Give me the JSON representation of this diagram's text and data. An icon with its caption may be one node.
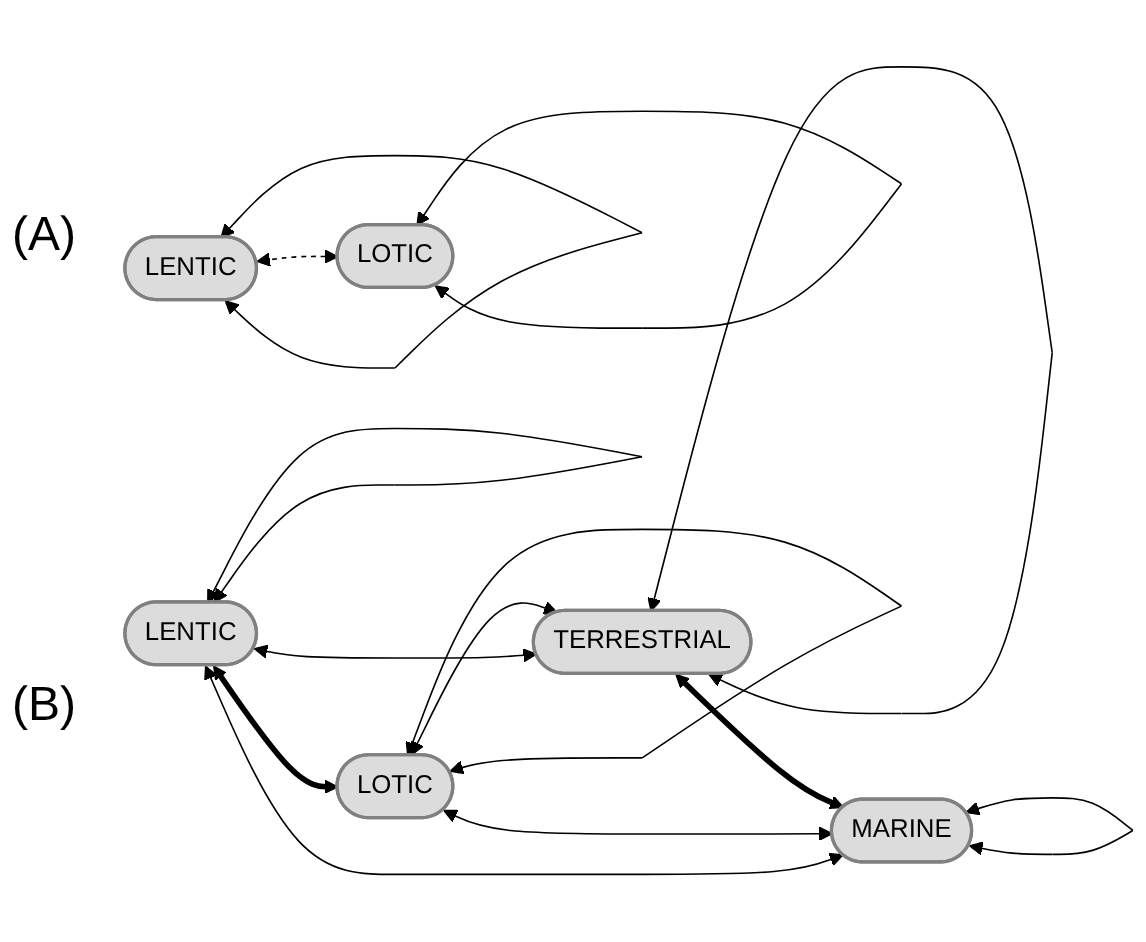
{
  "diagram": {
    "nodes": [
      {
        "text": [
          "LENTIC"
        ]
      },
      {
        "text": [
          "LOTIC"
        ]
      },
      {
        "text": [
          "LENTIC"
        ]
      },
      {
        "text": [
          "LOTIC"
        ]
      },
      {
        "text": [
          "TERRESTRIAL"
        ]
      },
      {
        "text": [
          "MARINE"
        ]
      }
    ],
    "edges": [
      {
        "from": 0,
        "to": 0,
        "arrow": "both"
      },
      {
        "from": 0,
        "to": 1,
        "arrow": "both",
        "style": "dashed"
      },
      {
        "from": 1,
        "to": 1,
        "arrow": "both"
      },
      {
        "from": 2,
        "to": 2,
        "arrow": "both"
      },
      {
        "from": 2,
        "to": 3,
        "arrow": "both",
        "style": "thick"
      },
      {
        "from": 3,
        "to": 3,
        "arrow": "both"
      },
      {
        "from": 2,
        "to": 4,
        "arrow": "both"
      },
      {
        "from": 2,
        "to": 5,
        "arrow": "both"
      },
      {
        "from": 3,
        "to": 4,
        "arrow": "both"
      },
      {
        "from": 3,
        "to": 5,
        "arrow": "both"
      },
      {
        "from": 4,
        "to": 4,
        "arrow": "both"
      },
      {
        "from": 4,
        "to": 5,
        "arrow": "both",
        "style": "thick"
      },
      {
        "from": 5,
        "to": 5,
        "arrow": "both"
      }
    ],
    "labels": [
      "(A)",
      "(B)"
    ]
  }
}
